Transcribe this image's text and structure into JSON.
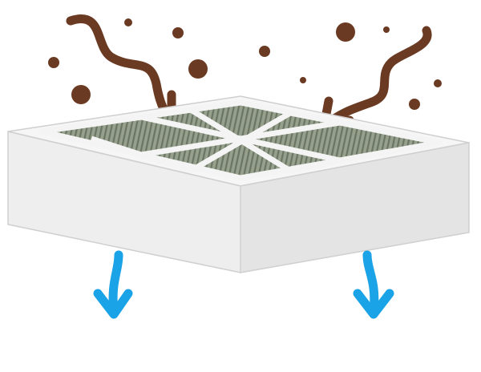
{
  "image": {
    "subject": "air-filter-illustration",
    "elements": {
      "dust_particles": "dust-particle",
      "dirty_air_arrows": "wavy-arrow-down",
      "clean_air_arrows": "arrow-down"
    }
  },
  "colors": {
    "dust": "#6b3a22",
    "clean_air": "#1aa3e6",
    "frame_front": "#efefef",
    "frame_side": "#e2e2e2",
    "frame_top": "#f7f7f7",
    "media": "#8f9a86",
    "media_dark": "#5f6a58",
    "outline": "#c9c9c9"
  }
}
